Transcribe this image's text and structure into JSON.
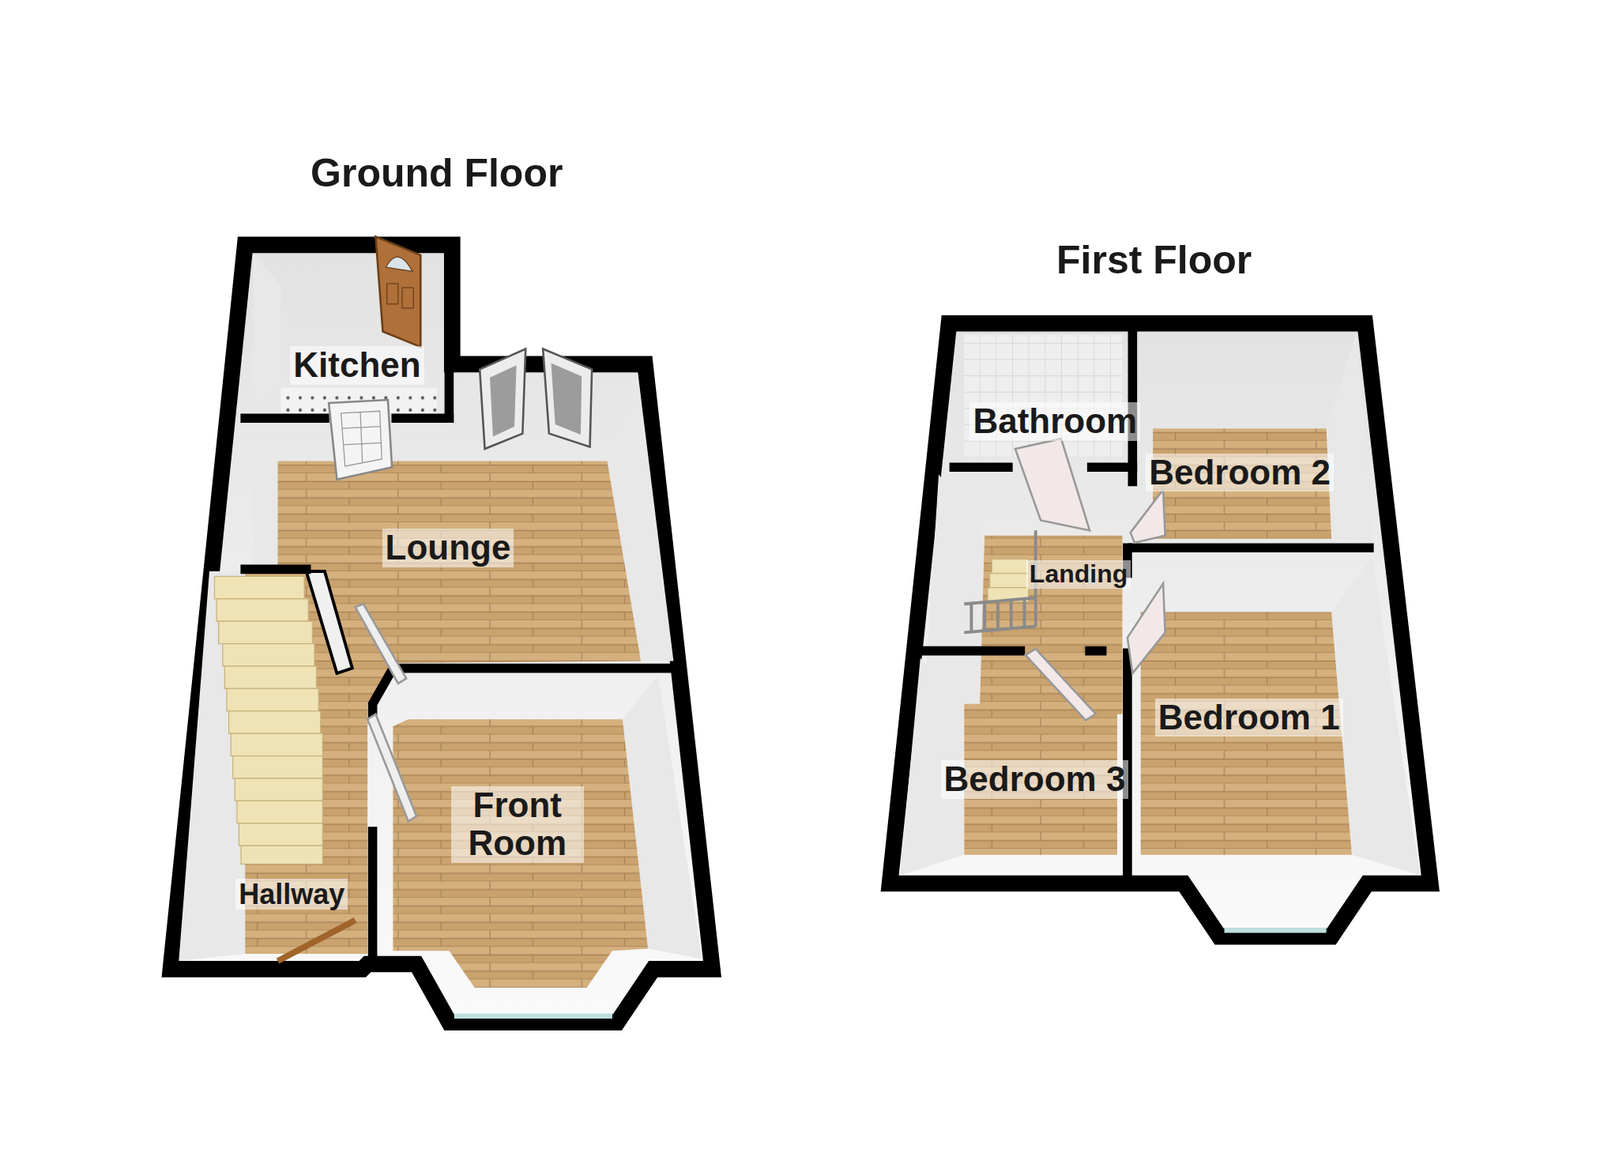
{
  "diagram": {
    "nodes": [
      {
        "text": [
          "Ground Floor"
        ]
      },
      {
        "text": [
          "Kitchen"
        ],
        "in": 0
      },
      {
        "text": [
          "Lounge"
        ],
        "in": 0
      },
      {
        "text": [
          "Front Room"
        ],
        "in": 0
      },
      {
        "text": [
          "Hallway"
        ],
        "in": 0
      },
      {
        "text": [
          "First Floor"
        ]
      },
      {
        "text": [
          "Bathroom"
        ],
        "in": 5
      },
      {
        "text": [
          "Bedroom 2"
        ],
        "in": 5
      },
      {
        "text": [
          "Landing"
        ],
        "in": 5
      },
      {
        "text": [
          "Bedroom 1"
        ],
        "in": 5
      },
      {
        "text": [
          "Bedroom 3"
        ],
        "in": 5
      }
    ]
  }
}
